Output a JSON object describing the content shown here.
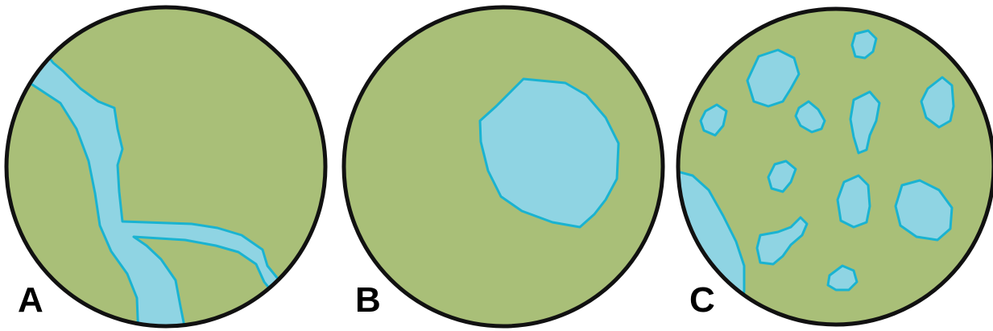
{
  "colors": {
    "land": "#a9bf78",
    "water": "#8fd4e3",
    "water_outline": "#1ab3d1",
    "circle_outline": "#111111",
    "label": "#000000"
  },
  "panels": [
    {
      "label": "A",
      "content": "branching-river-channels"
    },
    {
      "label": "B",
      "content": "single-large-lake"
    },
    {
      "label": "C",
      "content": "many-small-ponds"
    }
  ]
}
